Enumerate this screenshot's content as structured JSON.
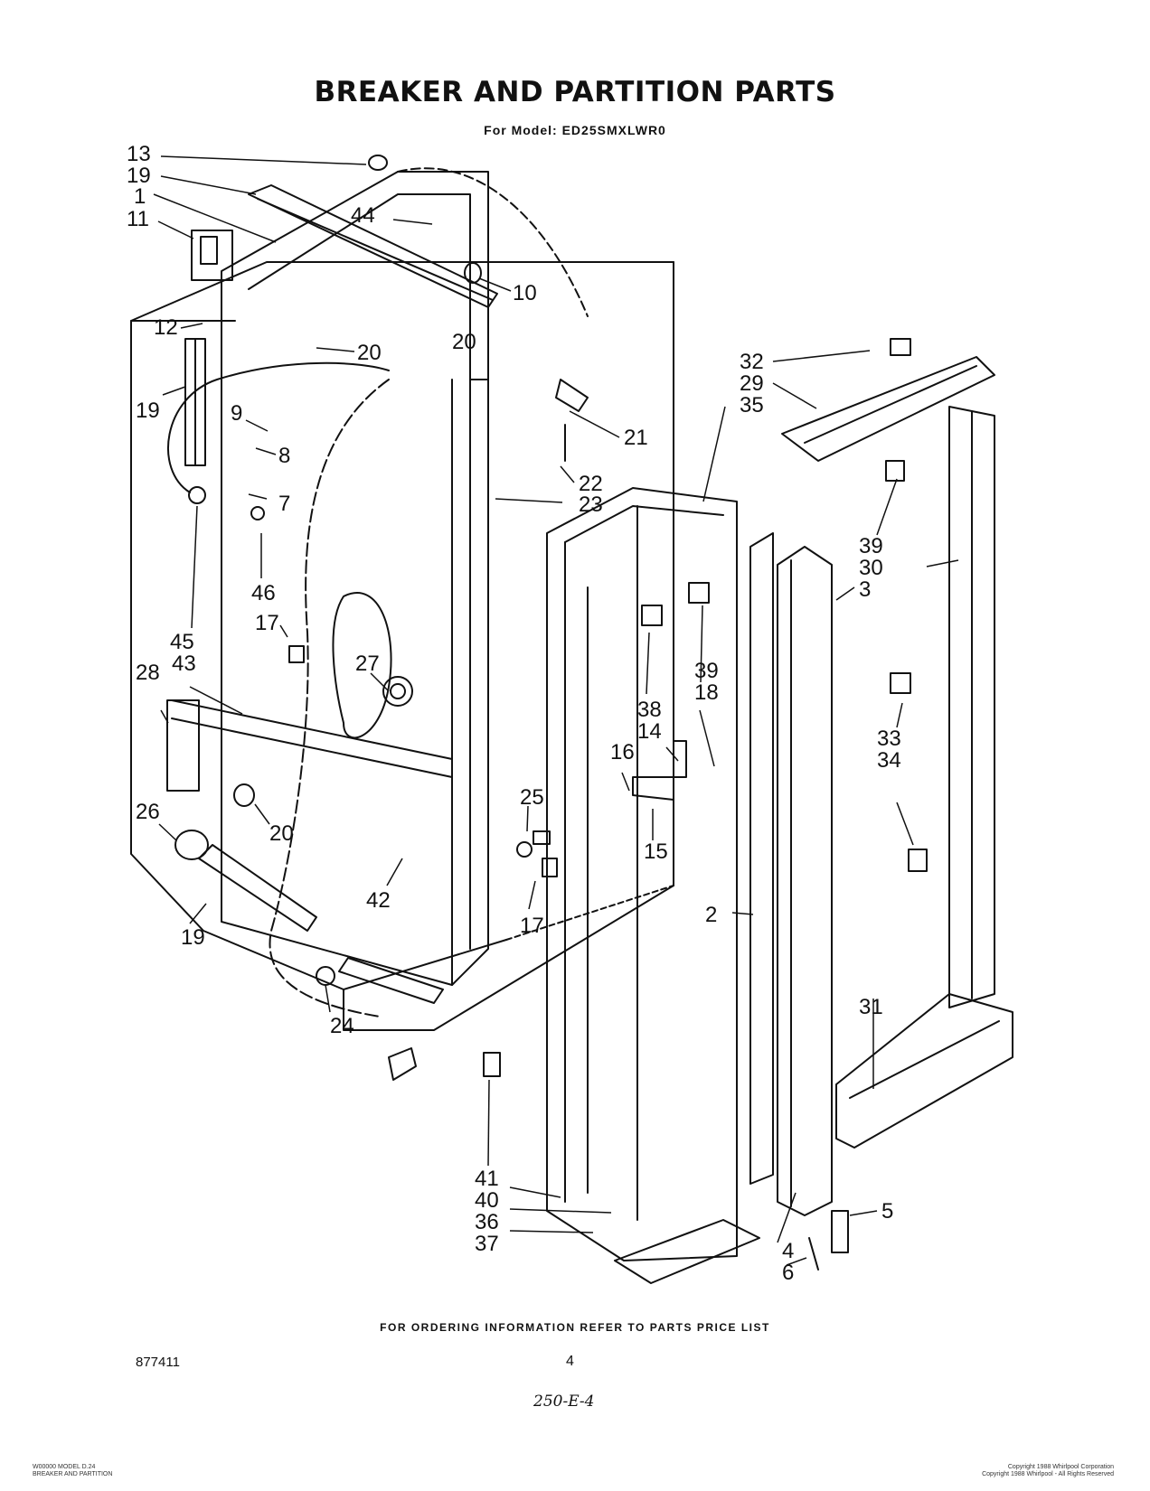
{
  "title": "BREAKER AND PARTITION PARTS",
  "subtitle": "For Model: ED25SMXLWR0",
  "footer": "FOR ORDERING INFORMATION REFER TO PARTS PRICE LIST",
  "page_number": "4",
  "part_number": "877411",
  "handwritten": "250-E-4",
  "small_left": [
    "W00000 MODEL D.24",
    "BREAKER AND PARTITION"
  ],
  "small_right": [
    "Copyright 1988 Whirlpool Corporation",
    "Copyright 1988 Whirlpool - All Rights Reserved"
  ],
  "callouts": [
    "13",
    "19",
    "1",
    "11",
    "44",
    "10",
    "12",
    "20",
    "20",
    "19",
    "9",
    "8",
    "7",
    "46",
    "17",
    "45",
    "43",
    "28",
    "27",
    "26",
    "20",
    "42",
    "19",
    "24",
    "21",
    "22",
    "23",
    "25",
    "17",
    "32",
    "29",
    "35",
    "39",
    "30",
    "3",
    "39",
    "18",
    "38",
    "14",
    "16",
    "15",
    "33",
    "34",
    "2",
    "31",
    "41",
    "40",
    "36",
    "37",
    "5",
    "4",
    "6"
  ]
}
